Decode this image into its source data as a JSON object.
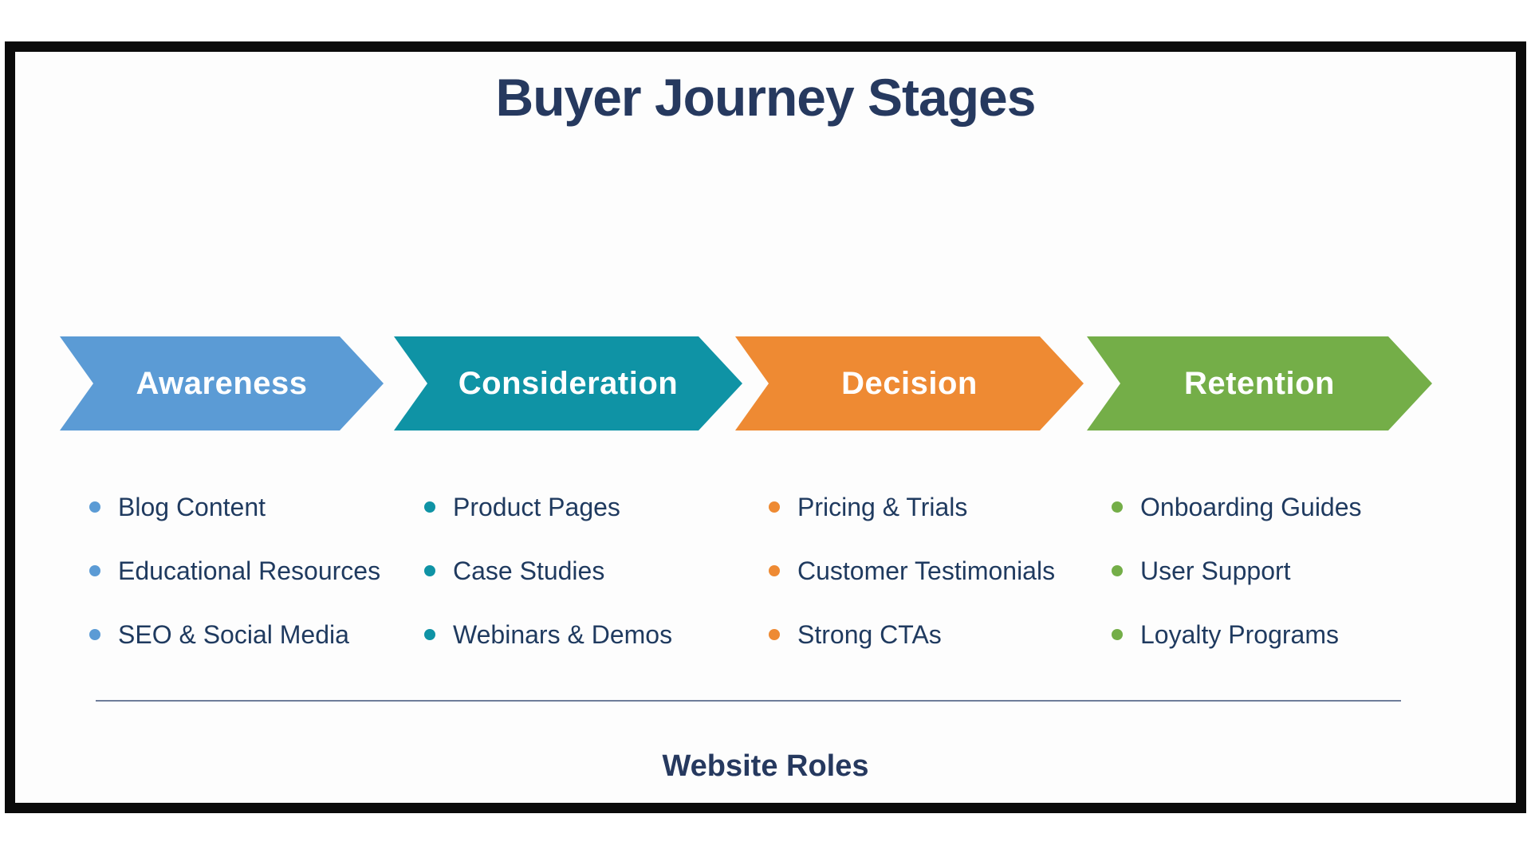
{
  "title": "Buyer Journey Stages",
  "stages": [
    {
      "label": "Awareness",
      "color": "#5b9bd5",
      "items": [
        "Blog Content",
        "Educational Resources",
        "SEO & Social Media"
      ]
    },
    {
      "label": "Consideration",
      "color": "#0f93a5",
      "items": [
        "Product Pages",
        "Case Studies",
        "Webinars & Demos"
      ]
    },
    {
      "label": "Decision",
      "color": "#ee8a33",
      "items": [
        "Pricing & Trials",
        "Customer Testimonials",
        "Strong CTAs"
      ]
    },
    {
      "label": "Retention",
      "color": "#74ae48",
      "items": [
        "Onboarding Guides",
        "User Support",
        "Loyalty Programs"
      ]
    }
  ],
  "footer_label": "Website Roles",
  "colors": {
    "title_text": "#26395f",
    "item_text": "#1f3a5f",
    "arrow_label_text": "#ffffff",
    "divider": "#6e7d99",
    "frame_border": "#0b0b0b",
    "canvas_background": "#fdfdfd"
  }
}
